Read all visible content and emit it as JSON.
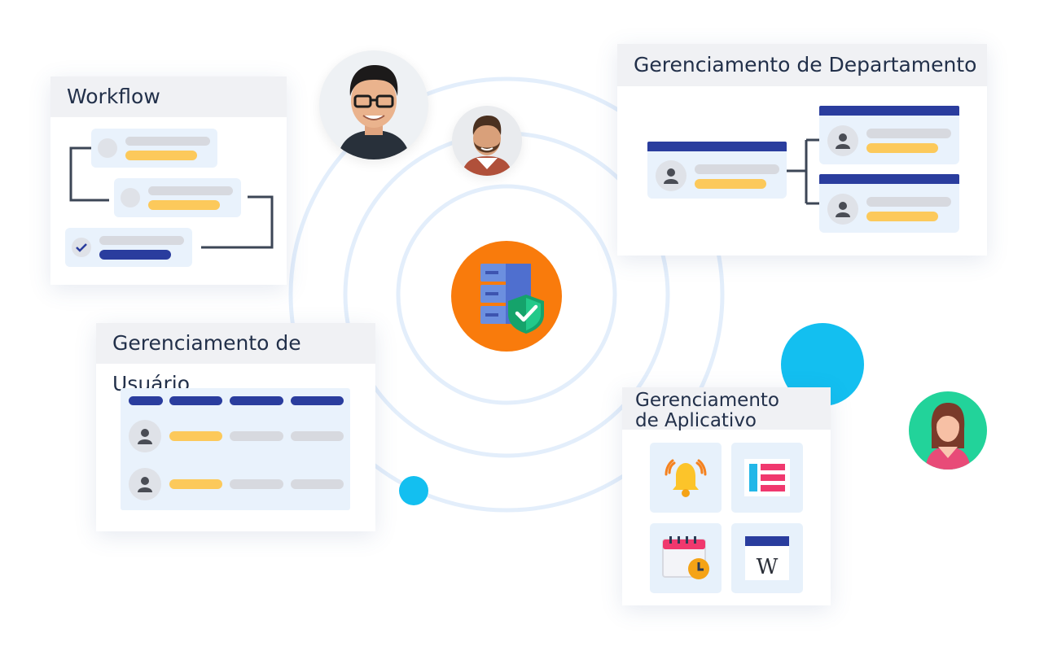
{
  "colors": {
    "accent_orange": "#f97b0c",
    "accent_navy": "#2a3d9e",
    "accent_yellow": "#fcc95b",
    "accent_cyan": "#13bff0",
    "accent_green": "#22d39a",
    "orbit": "#e3eefb",
    "card_header": "#f0f1f4",
    "tile_bg": "#e9f2fc"
  },
  "hub": {
    "icon": "server-shield-icon"
  },
  "cards": {
    "workflow": {
      "title": "Workflow"
    },
    "departamento": {
      "title": "Gerenciamento de Departamento"
    },
    "usuario": {
      "title": "Gerenciamento de Usuário"
    },
    "aplicativo": {
      "title_line1": "Gerenciamento",
      "title_line2": "de Aplicativo"
    }
  },
  "apps": [
    {
      "icon": "bell-icon"
    },
    {
      "icon": "form-builder-icon"
    },
    {
      "icon": "calendar-clock-icon"
    },
    {
      "icon": "wiki-icon",
      "letter": "W"
    }
  ],
  "people": [
    {
      "icon": "person-glasses-avatar"
    },
    {
      "icon": "person-beard-avatar"
    },
    {
      "icon": "person-woman-avatar"
    }
  ]
}
